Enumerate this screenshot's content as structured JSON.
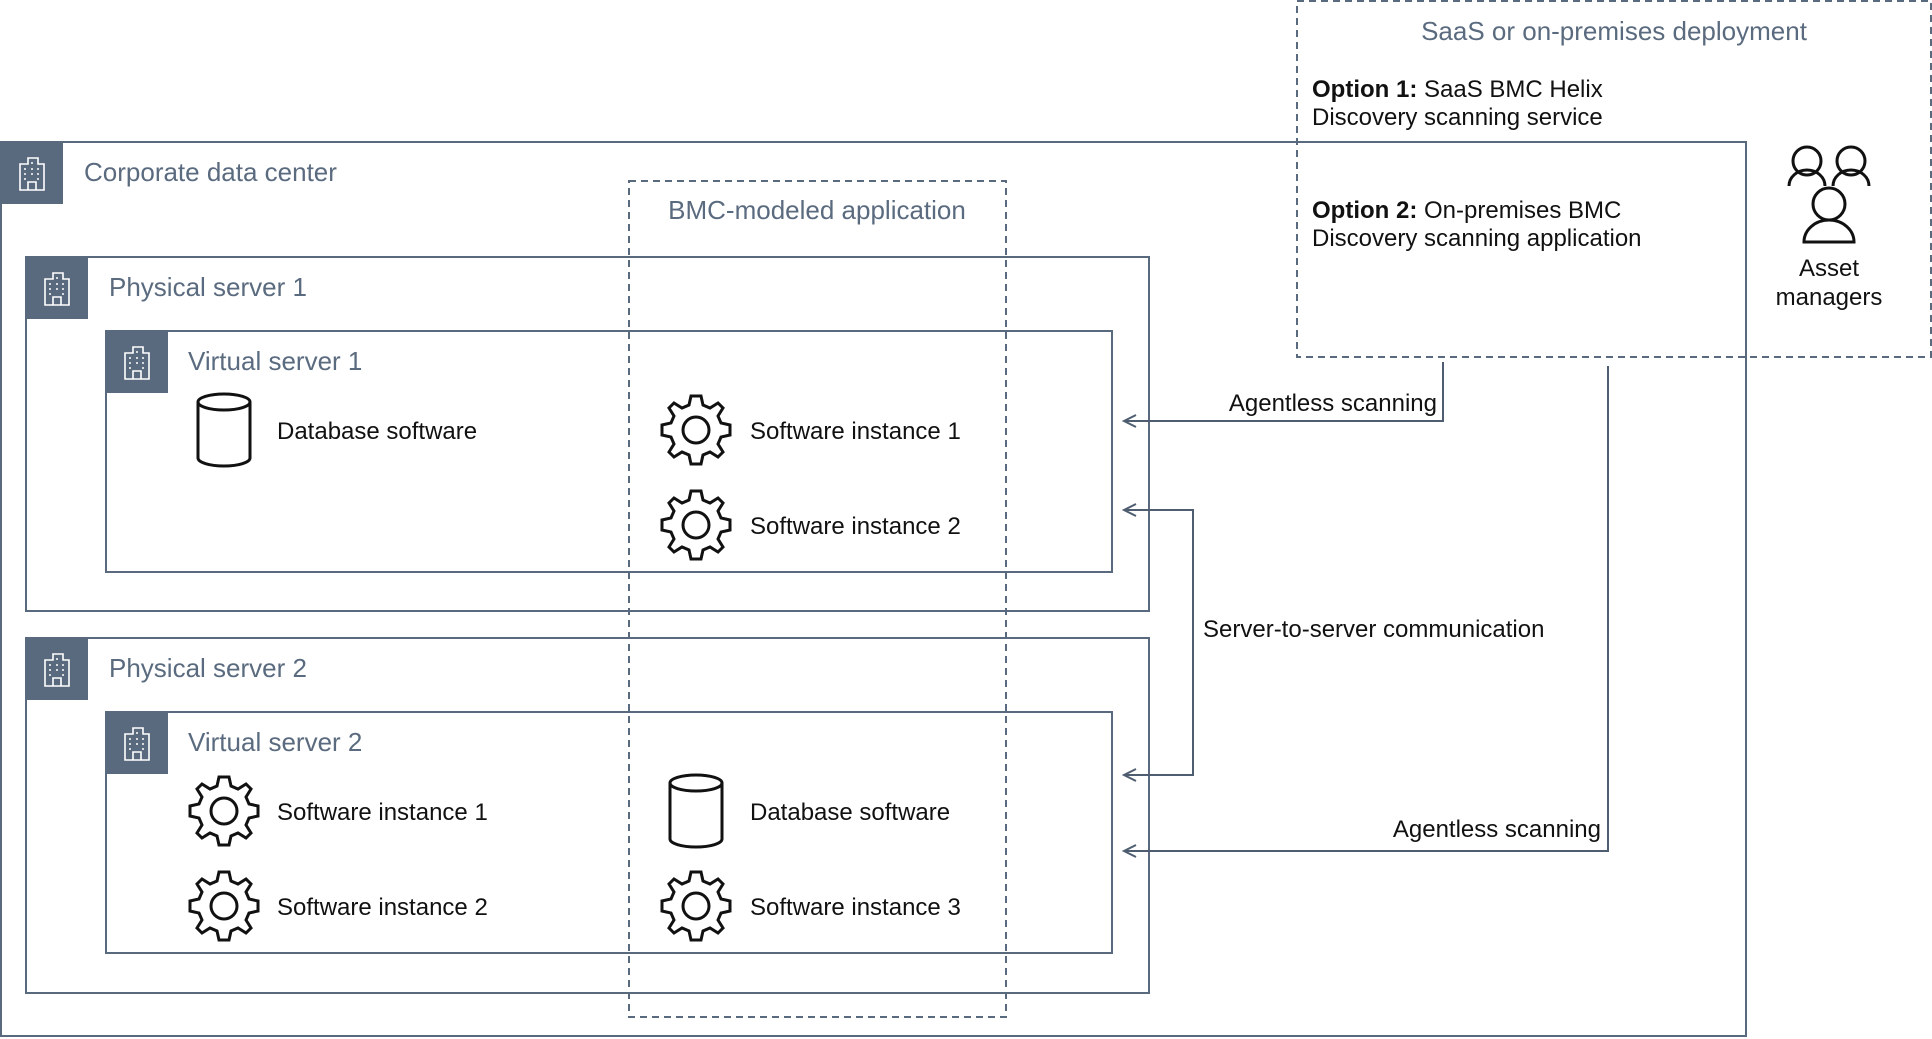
{
  "colors": {
    "frame": "#596a7f",
    "title_text": "#5b6b7f",
    "label_text": "#111111",
    "tile_fill": "#596a7f"
  },
  "corporate": {
    "title": "Corporate data center",
    "icon": "building-icon"
  },
  "bmc_app": {
    "title": "BMC-modeled application"
  },
  "physical_server_1": {
    "title": "Physical server 1",
    "virtual_server": {
      "title": "Virtual server 1",
      "items": [
        {
          "icon": "database-icon",
          "label": "Database software"
        },
        {
          "icon": "gear-icon",
          "label": "Software instance 1"
        },
        {
          "icon": "gear-icon",
          "label": "Software instance 2"
        }
      ]
    }
  },
  "physical_server_2": {
    "title": "Physical server 2",
    "virtual_server": {
      "title": "Virtual server 2",
      "items": [
        {
          "icon": "gear-icon",
          "label": "Software instance 1"
        },
        {
          "icon": "gear-icon",
          "label": "Software instance 2"
        },
        {
          "icon": "database-icon",
          "label": "Database software"
        },
        {
          "icon": "gear-icon",
          "label": "Software instance 3"
        }
      ]
    }
  },
  "deployment": {
    "title": "SaaS or on-premises deployment",
    "option1": {
      "bold": "Option 1:",
      "line1": " SaaS BMC Helix",
      "line2": "Discovery scanning service"
    },
    "option2": {
      "bold": "Option 2:",
      "line1": " On-premises BMC",
      "line2": "Discovery scanning application"
    }
  },
  "asset_managers": {
    "line1": "Asset",
    "line2": "managers",
    "icon": "users-icon"
  },
  "connections": {
    "agentless_top": "Agentless scanning",
    "server_to_server": "Server-to-server communication",
    "agentless_bottom": "Agentless scanning"
  }
}
